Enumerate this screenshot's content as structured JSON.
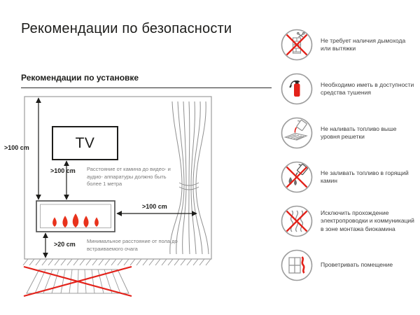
{
  "page": {
    "title": "Рекомендации по безопасности",
    "section_title": "Рекомендации по установке"
  },
  "diagram": {
    "tv_label": "TV",
    "dim_wall": ">100 cm",
    "dim_tv": ">100 cm",
    "dim_curtain": ">100 cm",
    "dim_floor": ">20 cm",
    "note_tv": "Расстояние от камина до видео- и аудио- аппаратуры должно быть более 1 метра",
    "note_floor": "Минимальное расстояние от пола до встраиваемого очага"
  },
  "safety_items": [
    {
      "icon": "no-chimney-icon",
      "text": "Не требует наличия дымохода или вытяжки"
    },
    {
      "icon": "extinguisher-icon",
      "text": "Необходимо иметь в доступности средства тушения"
    },
    {
      "icon": "fuel-level-icon",
      "text": "Не наливать топливо выше уровня решетки"
    },
    {
      "icon": "no-fuel-burning-icon",
      "text": "Не заливать топливо в горящий камин"
    },
    {
      "icon": "no-wiring-icon",
      "text": "Исключить прохождение электропроводки и коммуникаций в зоне монтажа биокамина"
    },
    {
      "icon": "ventilation-icon",
      "text": "Проветривать помещение"
    }
  ],
  "colors": {
    "accent_red": "#e32119",
    "flame_red": "#e8321c",
    "outline_gray": "#9c9c9c",
    "text_dark": "#1d1d1b",
    "text_gray": "#7a7a7a"
  }
}
